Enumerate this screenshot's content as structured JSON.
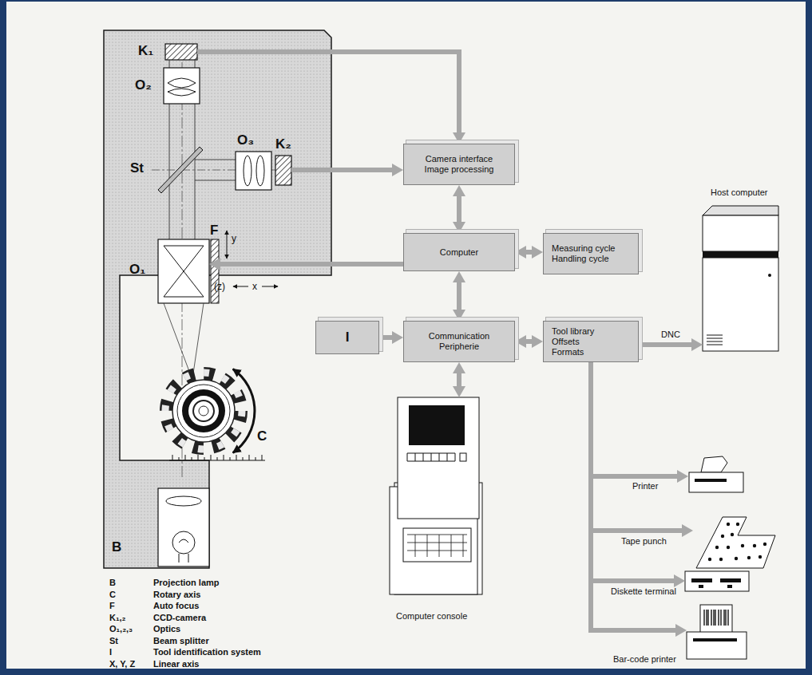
{
  "diagram": {
    "nodes": [
      {
        "text": [
          "K₁"
        ]
      },
      {
        "text": [
          "O₂"
        ]
      },
      {
        "text": [
          "O₃"
        ]
      },
      {
        "text": [
          "K₂"
        ]
      },
      {
        "text": [
          "O₁"
        ]
      },
      {
        "text": [
          "B"
        ]
      },
      {
        "text": [
          "Camera interface Image processing"
        ]
      },
      {
        "text": [
          "Computer"
        ]
      },
      {
        "text": [
          "Measuring cycle Handling cycle"
        ]
      },
      {
        "text": [
          "I"
        ]
      },
      {
        "text": [
          "Communication Peripherie"
        ]
      },
      {
        "text": [
          "Tool library Offsets Formats"
        ]
      },
      {
        "text": [
          "Host computer"
        ]
      },
      {
        "text": [
          "Printer"
        ]
      },
      {
        "text": [
          "Tape punch"
        ]
      },
      {
        "text": [
          "Diskette terminal"
        ]
      },
      {
        "text": [
          "Bar-code printer"
        ]
      },
      {
        "text": [
          "Computer console"
        ]
      }
    ],
    "edges": [
      {
        "from": 0,
        "to": 6,
        "arrow": "to"
      },
      {
        "from": 3,
        "to": 6,
        "arrow": "to"
      },
      {
        "from": 6,
        "to": 7,
        "arrow": "both"
      },
      {
        "from": 7,
        "to": 4,
        "arrow": "to"
      },
      {
        "from": 7,
        "to": 8,
        "arrow": "both"
      },
      {
        "from": 7,
        "to": 10,
        "arrow": "both"
      },
      {
        "from": 9,
        "to": 10,
        "arrow": "to"
      },
      {
        "from": 10,
        "to": 11,
        "arrow": "both"
      },
      {
        "from": 10,
        "to": 17,
        "arrow": "both"
      },
      {
        "from": 11,
        "to": 12,
        "label": "DNC",
        "arrow": "to"
      },
      {
        "from": 11,
        "to": 13,
        "arrow": "to"
      },
      {
        "from": 11,
        "to": 14,
        "arrow": "to"
      },
      {
        "from": 11,
        "to": 15,
        "arrow": "to"
      },
      {
        "from": 11,
        "to": 16,
        "arrow": "to"
      }
    ],
    "labels": [
      "St",
      "F",
      "y",
      "(z)",
      "x",
      "C",
      "B",
      "Projection lamp",
      "C",
      "Rotary axis",
      "F",
      "Auto focus",
      "K₁,₂",
      "CCD-camera",
      "O₁,₂,₃",
      "Optics",
      "St",
      "Beam splitter",
      "I",
      "Tool identification system",
      "X, Y, Z",
      "Linear axis"
    ]
  }
}
